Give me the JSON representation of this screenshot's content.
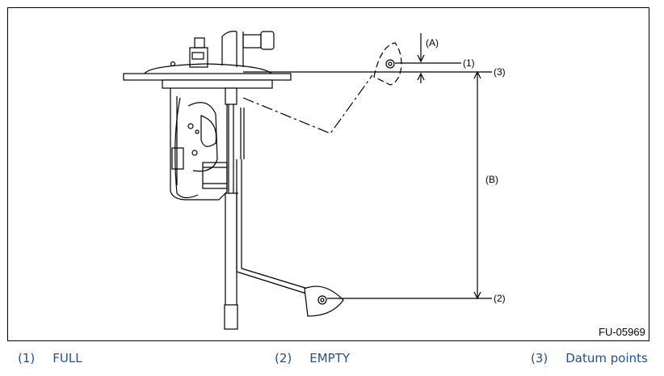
{
  "figure_code": "FU-05969",
  "callouts": {
    "A": "(A)",
    "B": "(B)",
    "full": "(1)",
    "empty": "(2)",
    "datum": "(3)"
  },
  "legend": [
    {
      "num": "(1)",
      "text": "FULL"
    },
    {
      "num": "(2)",
      "text": "EMPTY"
    },
    {
      "num": "(3)",
      "text": "Datum points"
    }
  ],
  "colors": {
    "line": "#000000",
    "legend_text": "#1f4e9c"
  }
}
